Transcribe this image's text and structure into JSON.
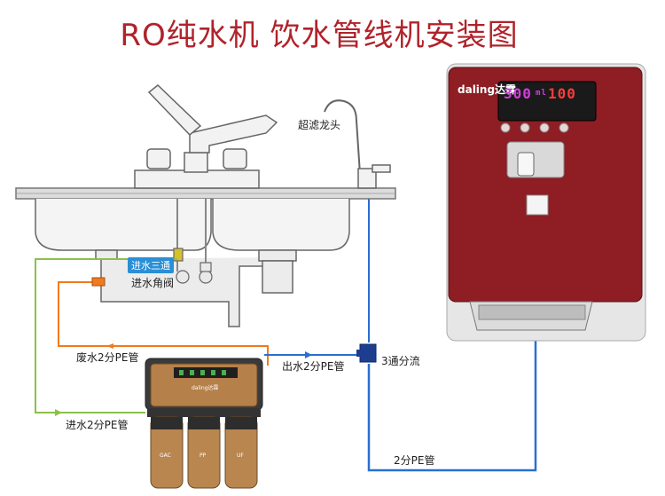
{
  "title": "RO纯水机 饮水管线机安装图",
  "labels": {
    "faucet": "超滤龙头",
    "tee": "进水三通",
    "angle_valve": "进水角阀",
    "waste": "废水2分PE管",
    "outlet": "出水2分PE管",
    "splitter": "3通分流",
    "inlet": "进水2分PE管",
    "pipe": "2分PE管"
  },
  "dispenser": {
    "brand": "daling达霖",
    "display_left": "300",
    "display_unit": "ml",
    "display_right": "100"
  },
  "purifier": {
    "brand": "daling达霖",
    "filters": [
      "GAC",
      "PP",
      "UF"
    ]
  },
  "colors": {
    "title": "#b0232b",
    "inlet_line": "#8cc04a",
    "waste_line": "#f07a1e",
    "outlet_line": "#2a6fd1",
    "dispenser_body": "#8e1d24"
  }
}
